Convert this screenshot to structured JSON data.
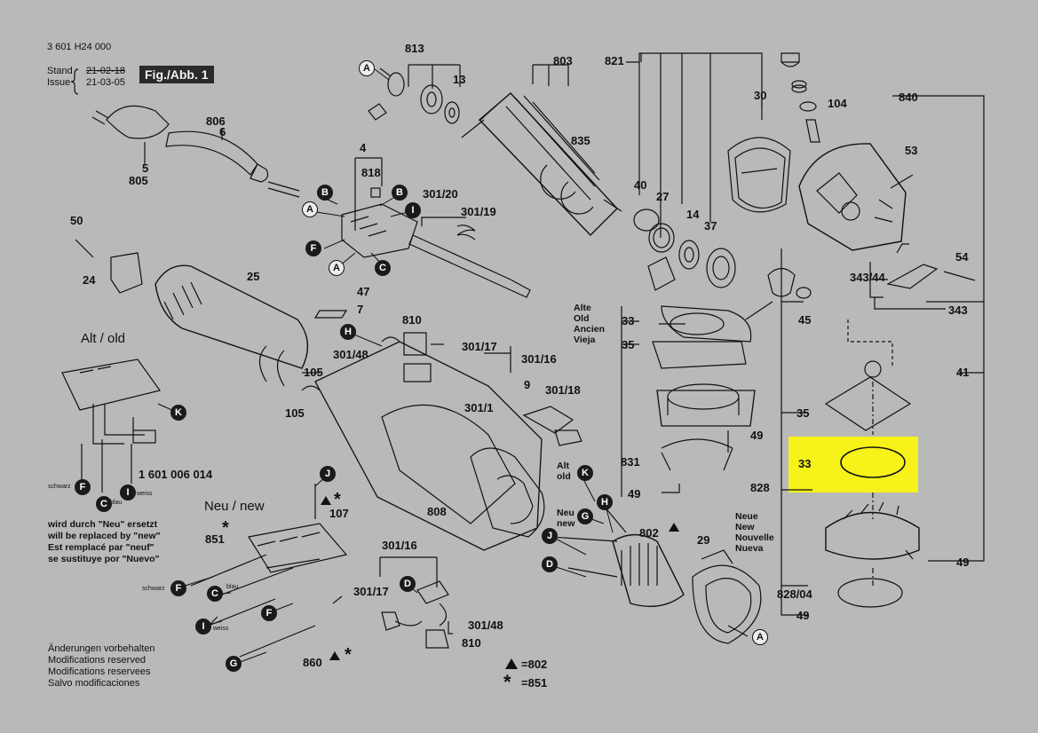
{
  "header": {
    "doc_number": "3 601 H24 000",
    "stand_label": "Stand",
    "issue_label": "Issue",
    "stand_date_old": "21-02-18",
    "issue_date": "21-03-05",
    "figure_label": "Fig./Abb. 1"
  },
  "sections": {
    "alt_old": "Alt / old",
    "neu_new": "Neu / new",
    "alte_old_multilang": "Alte\nOld\nAncien\nVieja",
    "alt_old_small": "Alt\nold",
    "neu_new_small": "Neu\nnew",
    "neue_multilang": "Neue\nNew\nNouvelle\nNueva"
  },
  "wire_labels": {
    "schwarz": "schwarz",
    "blau": "blau",
    "weiss": "weiss"
  },
  "part_numbers": {
    "p813": "813",
    "p803": "803",
    "p821": "821",
    "p13": "13",
    "p30": "30",
    "p840": "840",
    "p104": "104",
    "p806": "806",
    "p6": "6",
    "p5": "5",
    "p805": "805",
    "p835": "835",
    "p53": "53",
    "p4": "4",
    "p818": "818",
    "p301_20": "301/20",
    "p301_19": "301/19",
    "p40": "40",
    "p27": "27",
    "p14": "14",
    "p37": "37",
    "p50": "50",
    "p24": "24",
    "p25": "25",
    "p47": "47",
    "p7": "7",
    "p54": "54",
    "p343_44": "343/44",
    "p343": "343",
    "p45": "45",
    "p810a": "810",
    "p301_17a": "301/17",
    "p301_48a": "301/48",
    "p301_16a": "301/16",
    "p105a": "105",
    "p105b": "105",
    "p41": "41",
    "p9": "9",
    "p301_18": "301/18",
    "p301_1": "301/1",
    "p33a": "33",
    "p35a": "35",
    "p35b": "35",
    "p33b": "33",
    "p49a": "49",
    "p831": "831",
    "p49b": "49",
    "p828": "828",
    "p1601": "1 601 006 014",
    "p107": "107",
    "p808": "808",
    "p851": "851",
    "p802": "802",
    "p29": "29",
    "p49c": "49",
    "p301_16b": "301/16",
    "p301_17b": "301/17",
    "p301_48b": "301/48",
    "p810b": "810",
    "p828_04": "828/04",
    "p49d": "49",
    "p860": "860"
  },
  "callout_letters": {
    "A1": "A",
    "B1": "B",
    "A2": "A",
    "B2": "B",
    "I1": "I",
    "F1": "F",
    "A3": "A",
    "C1": "C",
    "H1": "H",
    "K1": "K",
    "F2": "F",
    "C2": "C",
    "I2": "I",
    "J1": "J",
    "K2": "K",
    "G1": "G",
    "H2": "H",
    "J2": "J",
    "D1": "D",
    "F3": "F",
    "C3": "C",
    "I3": "I",
    "F4": "F",
    "G2": "G",
    "D2": "D",
    "A4": "A"
  },
  "notes": {
    "replacement": "wird durch \"Neu\" ersetzt\nwill be replaced by \"new\"\nEst remplacé par \"neuf\"\nse sustituye por \"Nuevo\"",
    "modifications": "Änderungen vorbehalten\nModifications reserved\nModifications reservees\nSalvo modificaciones"
  },
  "legend": {
    "triangle_value": "=802",
    "star_value": "=851"
  },
  "highlight": {
    "color": "#f6f21a",
    "label_ref": "33"
  },
  "colors": {
    "background": "#b9b9b9",
    "line": "#111111",
    "badge_fill": "#1a1a1a",
    "badge_text": "#ffffff"
  },
  "icons": {
    "triangle": "triangle-marker-icon",
    "star": "asterisk-marker-icon"
  }
}
